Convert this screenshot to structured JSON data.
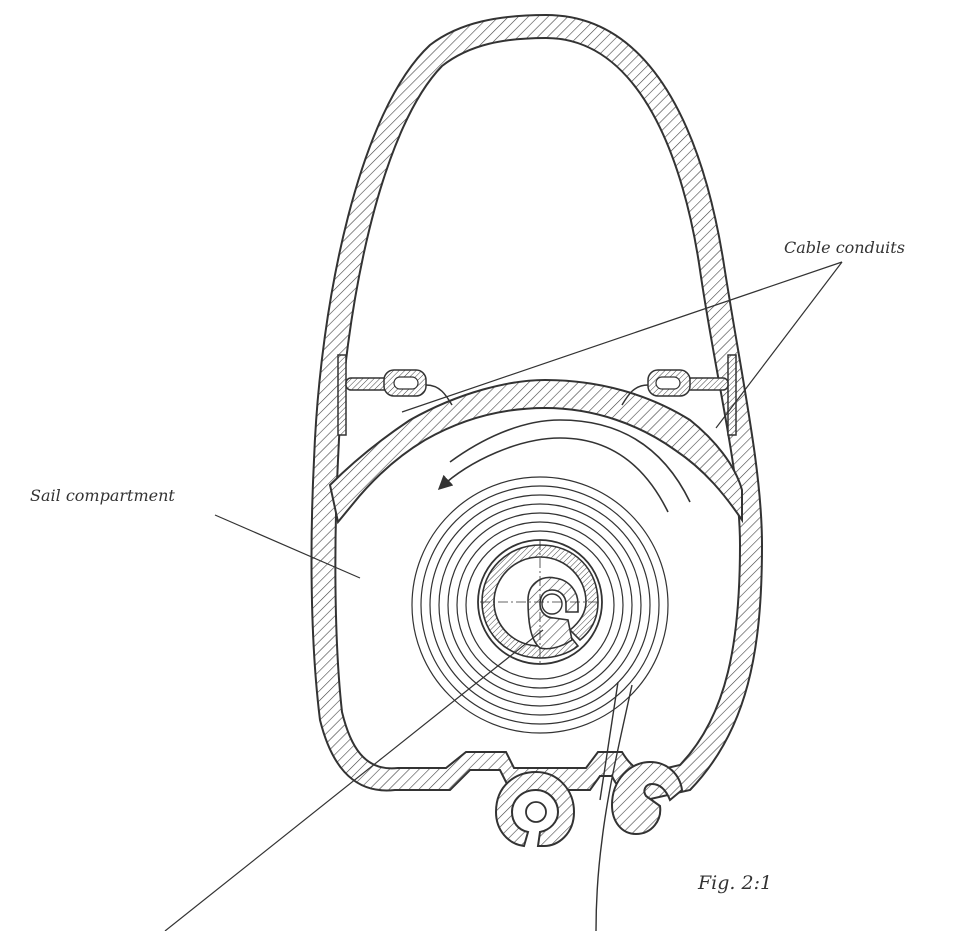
{
  "figure": {
    "labels": {
      "cable_conduits": "Cable conduits",
      "sail_compartment": "Sail compartment",
      "fig_caption": "Fig. 2:1"
    },
    "colors": {
      "ink": "#333333",
      "hatch": "#444444",
      "paper": "#ffffff"
    }
  }
}
